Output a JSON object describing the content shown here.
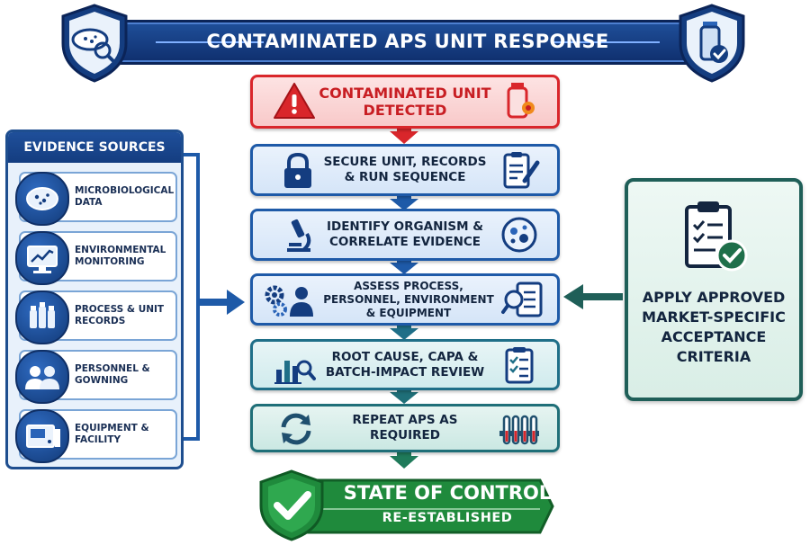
{
  "title": "CONTAMINATED APS UNIT RESPONSE",
  "colors": {
    "navy": "#143d80",
    "alert_red": "#d9262b",
    "teal": "#1f6f78",
    "green": "#1f8a3c"
  },
  "title_icons": [
    "petri-dish-magnifier-icon",
    "vial-check-icon"
  ],
  "steps": [
    {
      "text": "CONTAMINATED UNIT DETECTED",
      "icons": [
        "warning-icon",
        "contaminated-vial-icon"
      ]
    },
    {
      "text": "SECURE UNIT, RECORDS & RUN SEQUENCE",
      "icons": [
        "lock-icon",
        "clipboard-pen-icon"
      ]
    },
    {
      "text": "IDENTIFY ORGANISM & CORRELATE EVIDENCE",
      "icons": [
        "microscope-icon",
        "microbe-icon"
      ]
    },
    {
      "text": "ASSESS PROCESS, PERSONNEL, ENVIRONMENT & EQUIPMENT",
      "icons": [
        "gears-person-icon",
        "magnifier-checklist-icon"
      ]
    },
    {
      "text": "ROOT CAUSE, CAPA & BATCH-IMPACT REVIEW",
      "icons": [
        "chart-magnifier-icon",
        "checklist-icon"
      ]
    },
    {
      "text": "REPEAT APS AS REQUIRED",
      "icons": [
        "repeat-arrows-icon",
        "test-tubes-icon"
      ]
    }
  ],
  "final": {
    "line1": "STATE OF CONTROL",
    "line2": "RE-ESTABLISHED",
    "icon": "shield-check-icon"
  },
  "evidence": {
    "header": "EVIDENCE SOURCES",
    "items": [
      {
        "label": "MICROBIOLOGICAL DATA",
        "icon": "petri-dish-icon"
      },
      {
        "label": "ENVIRONMENTAL MONITORING",
        "icon": "monitor-chart-icon"
      },
      {
        "label": "PROCESS & UNIT RECORDS",
        "icon": "vials-icon"
      },
      {
        "label": "PERSONNEL & GOWNING",
        "icon": "people-icon"
      },
      {
        "label": "EQUIPMENT & FACILITY",
        "icon": "equipment-icon"
      }
    ]
  },
  "criteria": {
    "text": "APPLY APPROVED MARKET-SPECIFIC ACCEPTANCE CRITERIA",
    "icon": "clipboard-check-icon"
  }
}
